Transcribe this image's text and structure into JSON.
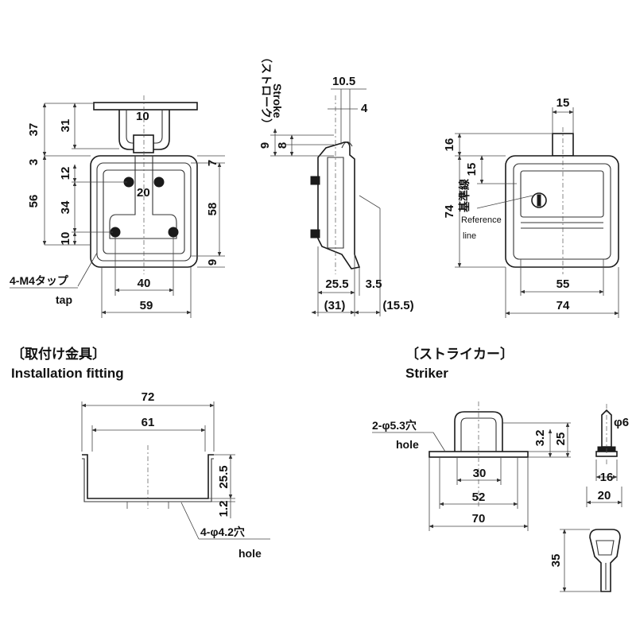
{
  "sections": {
    "fitting_title_jp": "〔取付け金具〕",
    "fitting_title_en": "Installation fitting",
    "striker_title_jp": "〔ストライカー〕",
    "striker_title_en": "Striker"
  },
  "front_view": {
    "d37": "37",
    "d31": "31",
    "d10": "10",
    "d3": "3",
    "d12": "12",
    "d20": "20",
    "d56": "56",
    "d34": "34",
    "d10b": "10",
    "d7": "7",
    "d58": "58",
    "d9": "9",
    "d40": "40",
    "d59": "59",
    "tap_jp": "4-M4タップ",
    "tap_en": "tap"
  },
  "side_view": {
    "stroke_jp": "（ストローク）",
    "stroke_en": "Stroke",
    "d10_5": "10.5",
    "d4": "4",
    "d9": "9",
    "d8": "8",
    "d25_5": "25.5",
    "d3_5": "3.5",
    "d31p": "(31)",
    "d15_5p": "(15.5)"
  },
  "back_view": {
    "d15": "15",
    "d16": "16",
    "d15b": "15",
    "d74v": "74",
    "ref_jp": "基準線",
    "ref_en1": "Reference",
    "ref_en2": "line",
    "d55": "55",
    "d74h": "74"
  },
  "fitting": {
    "d72": "72",
    "d61": "61",
    "d25_5": "25.5",
    "d1_2": "1.2",
    "hole_jp": "4-φ4.2穴",
    "hole_en": "hole"
  },
  "striker": {
    "hole_jp": "2-φ5.3穴",
    "hole_en": "hole",
    "d3_2": "3.2",
    "d25": "25",
    "d30": "30",
    "d52": "52",
    "d70": "70"
  },
  "key": {
    "d6": "φ6",
    "d16": "16",
    "d20": "20",
    "d35": "35"
  }
}
